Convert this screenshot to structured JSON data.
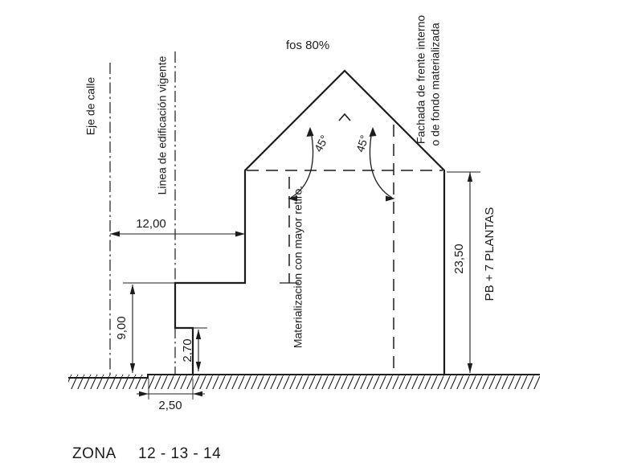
{
  "labels": {
    "fos": "fos 80%",
    "eje_calle": "Eje de calle",
    "linea_edificacion": "Linea de edificación vigente",
    "materializacion": "Materializacion con mayor retiro.",
    "fachada_1": "Fachada de frente interno",
    "fachada_2": "o de fondo materializada",
    "pb_plantas": "PB + 7 PLANTAS",
    "angle_left": "45°",
    "angle_right": "45°",
    "zona": "ZONA",
    "zona_numbers": "12 - 13 - 14"
  },
  "dimensions": {
    "ancho_calle": "12,00",
    "altura_frente": "9,00",
    "altura_zocalo": "2,70",
    "ancho_vereda": "2,50",
    "altura_total": "23,50"
  },
  "colors": {
    "ink": "#1c1c1c",
    "background": "#ffffff"
  }
}
